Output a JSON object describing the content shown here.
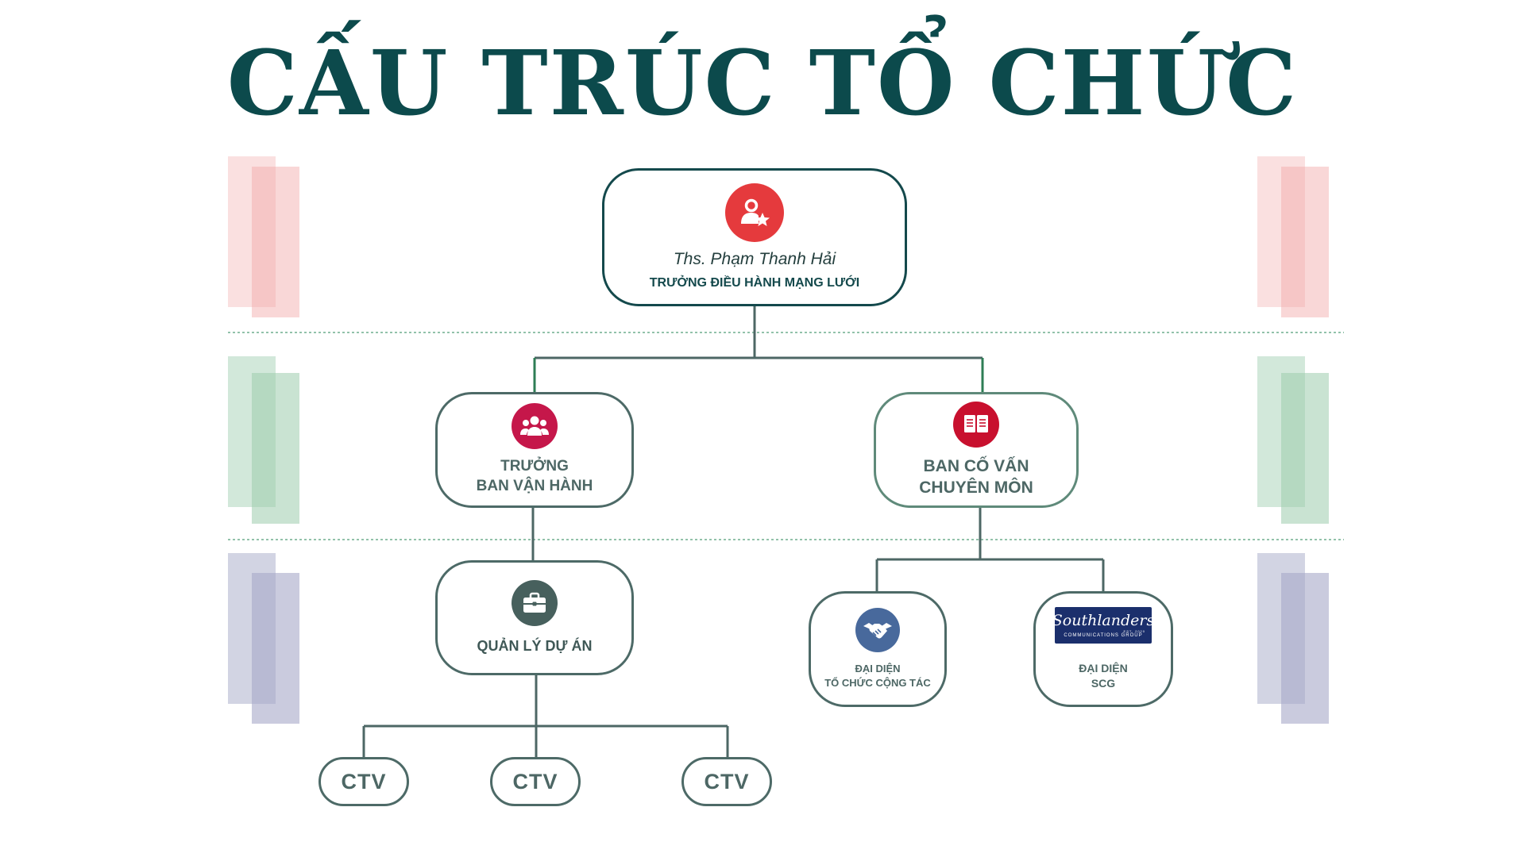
{
  "title": "CẤU TRÚC TỔ CHỨC",
  "colors": {
    "title": "#0c4a4c",
    "red_band": "#f2a6a6",
    "green_band": "#9cccad",
    "purple_band": "#a6a9c8",
    "divider": "#6fae8e"
  },
  "nodes": {
    "director": {
      "icon": "person-star-icon",
      "name": "Ths. Phạm Thanh Hải",
      "role": "TRƯỞNG ĐIỀU HÀNH MẠNG LƯỚI"
    },
    "operations": {
      "icon": "group-icon",
      "role_line1": "TRƯỞNG",
      "role_line2": "BAN VẬN HÀNH"
    },
    "advisory": {
      "icon": "book-icon",
      "role_line1": "BAN CỐ VẤN",
      "role_line2": "CHUYÊN MÔN"
    },
    "project_manager": {
      "icon": "briefcase-icon",
      "role": "QUẢN LÝ DỰ ÁN"
    },
    "partner_rep": {
      "icon": "handshake-icon",
      "role_line1": "ĐẠI DIỆN",
      "role_line2": "TỔ CHỨC CỘNG TÁC"
    },
    "scg_rep": {
      "logo_text": "Southlanders",
      "logo_est": "EST. 2020",
      "logo_sub": "COMMUNICATIONS GROUP",
      "role_line1": "ĐẠI DIỆN",
      "role_line2": "SCG"
    },
    "ctv": [
      "CTV",
      "CTV",
      "CTV"
    ]
  }
}
